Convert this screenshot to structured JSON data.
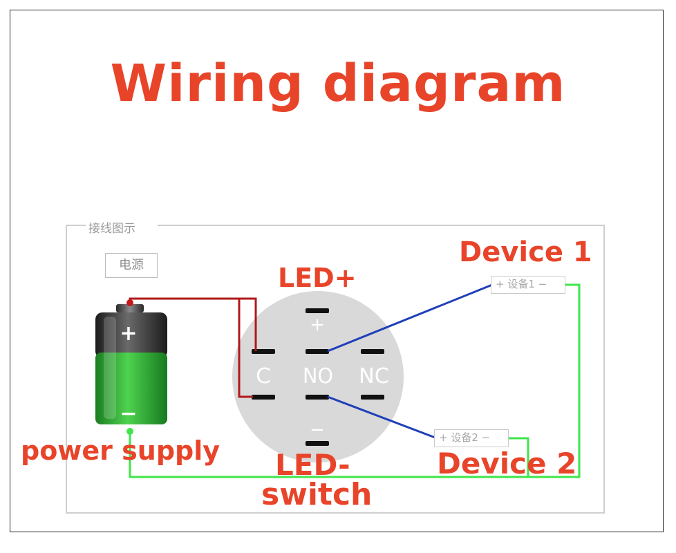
{
  "title": "Wiring diagram",
  "legend_title": "接线图示",
  "power_box_label": "电源",
  "battery": {
    "plus": "+",
    "minus": "−"
  },
  "switch_terminals": {
    "plus": "+",
    "c": "C",
    "no": "NO",
    "nc": "NC",
    "minus": "−"
  },
  "device1_box": "+ 设备1 −",
  "device2_box": "+ 设备2 −",
  "labels": {
    "led_plus": "LED+",
    "device1": "Device 1",
    "led_minus": "LED-",
    "switch": "switch",
    "device2": "Device 2",
    "power_supply": "power supply"
  },
  "colors": {
    "accent": "#e8442a",
    "wire_red": "#b01818",
    "wire_blue": "#1f3fb8",
    "wire_green": "#3ee64a",
    "switch_body": "#d9d9d9"
  }
}
